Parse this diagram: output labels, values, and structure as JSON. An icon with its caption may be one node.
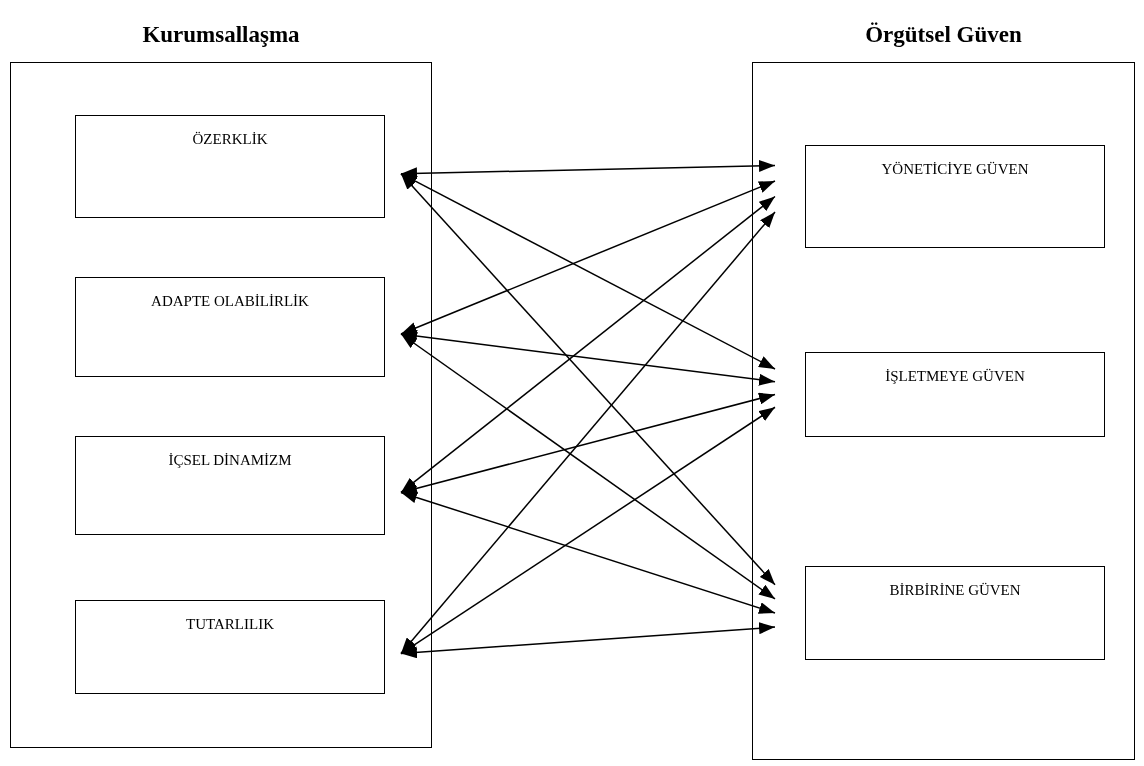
{
  "diagram": {
    "nodes": [
      {
        "text": [
          "Kurumsallaşma"
        ]
      },
      {
        "text": [
          "ÖZERKLİK"
        ],
        "in": 0
      },
      {
        "text": [
          "ADAPTE OLABİLİRLİK"
        ],
        "in": 0
      },
      {
        "text": [
          "İÇSEL DİNAMİZM"
        ],
        "in": 0
      },
      {
        "text": [
          "TUTARLILIK"
        ],
        "in": 0
      },
      {
        "text": [
          "Örgütsel Güven"
        ]
      },
      {
        "text": [
          "YÖNETİCİYE GÜVEN"
        ],
        "in": 5
      },
      {
        "text": [
          "İŞLETMEYE GÜVEN"
        ],
        "in": 5
      },
      {
        "text": [
          "BİRBİRİNE GÜVEN"
        ],
        "in": 5
      }
    ],
    "edges": [
      {
        "from": 1,
        "to": 6,
        "arrow": "both"
      },
      {
        "from": 1,
        "to": 7,
        "arrow": "both"
      },
      {
        "from": 1,
        "to": 8,
        "arrow": "both"
      },
      {
        "from": 2,
        "to": 6,
        "arrow": "both"
      },
      {
        "from": 2,
        "to": 7,
        "arrow": "both"
      },
      {
        "from": 2,
        "to": 8,
        "arrow": "both"
      },
      {
        "from": 3,
        "to": 6,
        "arrow": "both"
      },
      {
        "from": 3,
        "to": 7,
        "arrow": "both"
      },
      {
        "from": 3,
        "to": 8,
        "arrow": "both"
      },
      {
        "from": 4,
        "to": 6,
        "arrow": "both"
      },
      {
        "from": 4,
        "to": 7,
        "arrow": "both"
      },
      {
        "from": 4,
        "to": 8,
        "arrow": "both"
      }
    ]
  }
}
